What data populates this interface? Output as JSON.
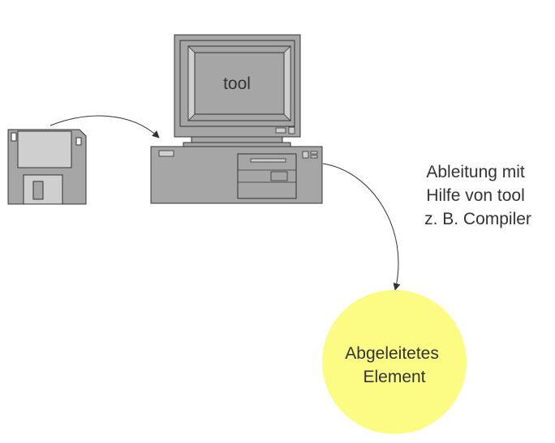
{
  "diagram": {
    "monitor_label": "tool",
    "annotation_lines": [
      "Ableitung mit",
      "Hilfe von tool",
      "z. B. Compiler"
    ],
    "result_lines": [
      "Abgeleitetes",
      "Element"
    ]
  },
  "colors": {
    "device_fill": "#a6a6a6",
    "device_light": "#cfcfcf",
    "outline": "#333333",
    "result_fill": "#fcfc84"
  }
}
